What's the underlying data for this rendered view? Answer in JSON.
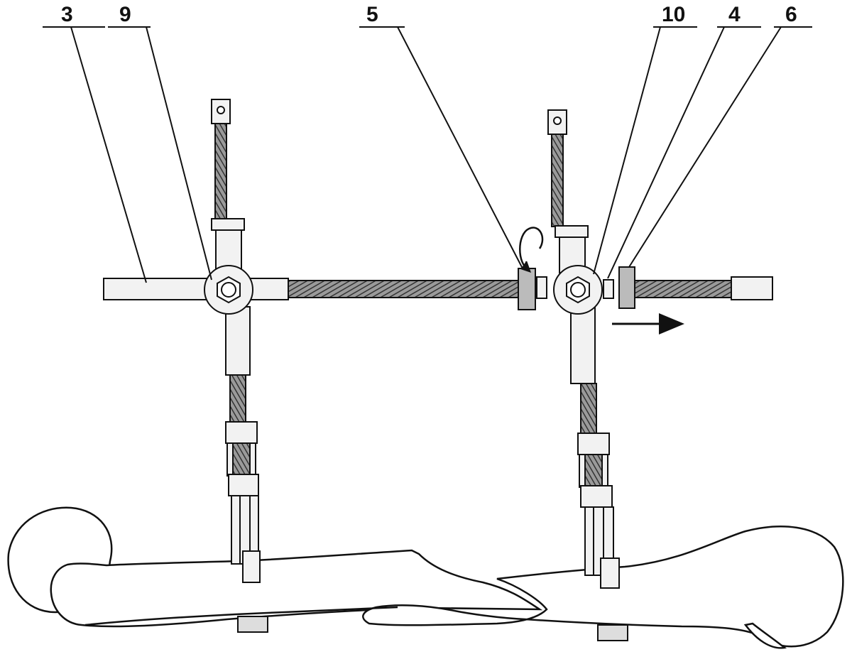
{
  "labels": {
    "l3": "3",
    "l9": "9",
    "l5": "5",
    "l10": "10",
    "l4": "4",
    "l6": "6"
  },
  "icons": {
    "rotation": "rotation-arrow-icon",
    "direction": "right-arrow-icon"
  },
  "colors": {
    "stroke": "#111111",
    "rod_fill": "#eeeeee",
    "thread_fill": "#888888",
    "washer_fill": "#bbbbbb",
    "background": "#ffffff"
  }
}
